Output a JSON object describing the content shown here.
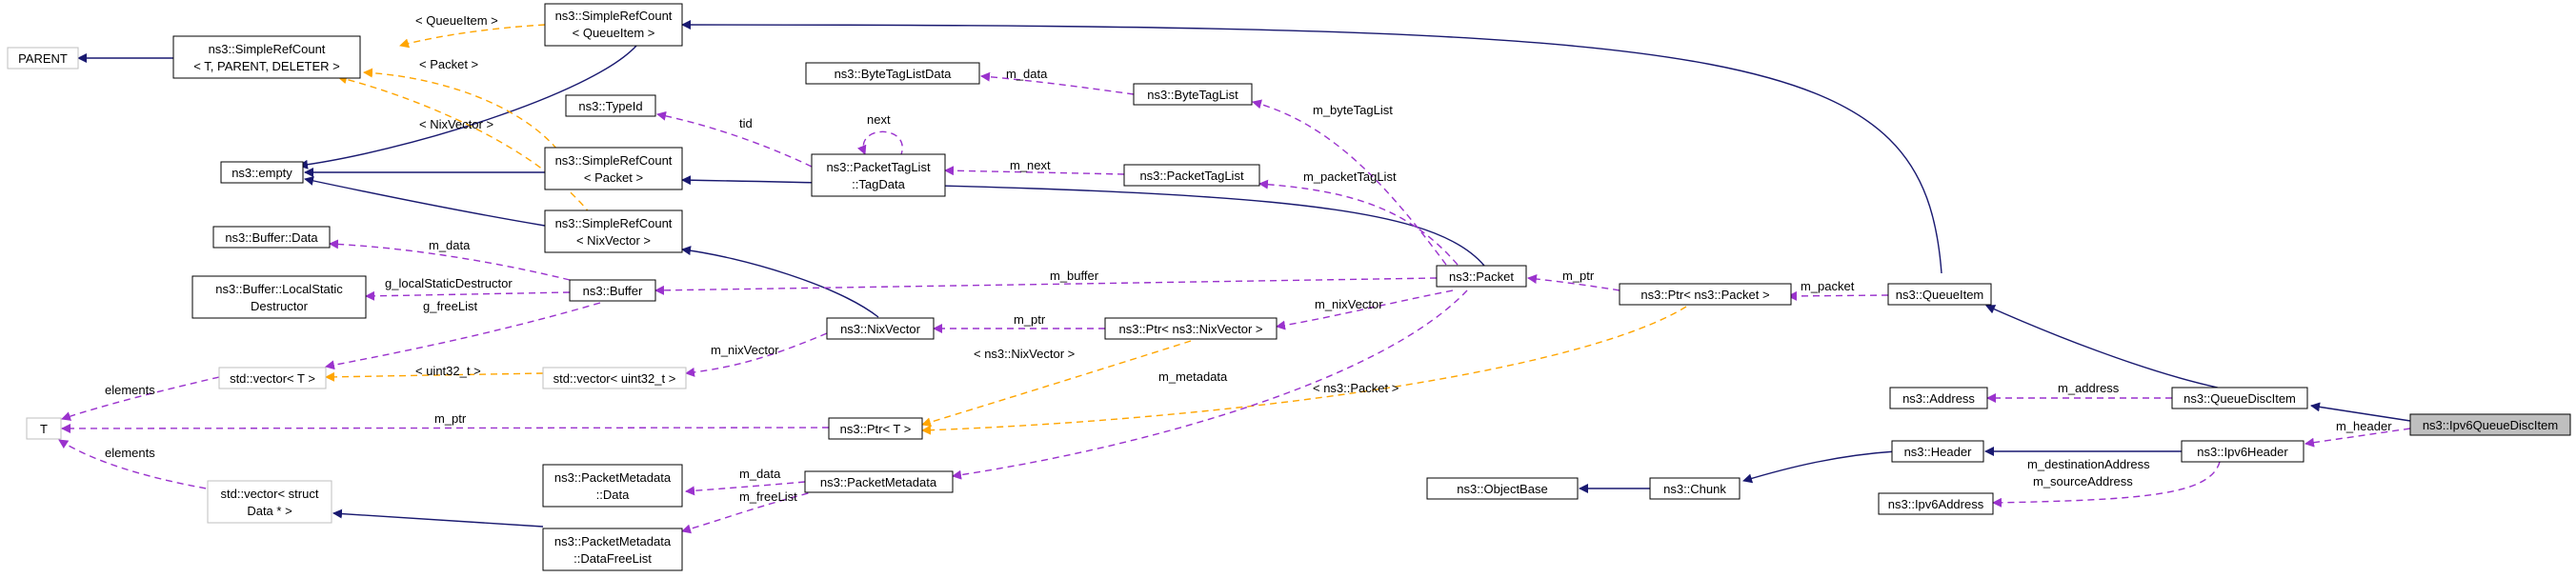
{
  "colors": {
    "inheritance": "#191970",
    "usage": "#9a32cd",
    "template": "#ffa500",
    "external_border": "#bfbfbf",
    "focus_fill": "#bfbfbf"
  },
  "nodes": {
    "parent": [
      "PARENT"
    ],
    "simplerefcount_generic": [
      "ns3::SimpleRefCount",
      "< T, PARENT, DELETER >"
    ],
    "simplerefcount_queueitem": [
      "ns3::SimpleRefCount",
      "< QueueItem >"
    ],
    "empty": [
      "ns3::empty"
    ],
    "typeid": [
      "ns3::TypeId"
    ],
    "bytetaglistdata": [
      "ns3::ByteTagListData"
    ],
    "bytetaglist": [
      "ns3::ByteTagList"
    ],
    "packettaglist_tagdata": [
      "ns3::PacketTagList",
      "::TagData"
    ],
    "packettaglist": [
      "ns3::PacketTagList"
    ],
    "simplerefcount_packet": [
      "ns3::SimpleRefCount",
      "< Packet >"
    ],
    "simplerefcount_nixvector": [
      "ns3::SimpleRefCount",
      "< NixVector >"
    ],
    "buffer_data": [
      "ns3::Buffer::Data"
    ],
    "buffer_localstatic": [
      "ns3::Buffer::LocalStatic",
      "Destructor"
    ],
    "buffer": [
      "ns3::Buffer"
    ],
    "packet": [
      "ns3::Packet"
    ],
    "ptr_packet": [
      "ns3::Ptr< ns3::Packet >"
    ],
    "queueitem": [
      "ns3::QueueItem"
    ],
    "nixvector": [
      "ns3::NixVector"
    ],
    "ptr_nixvector": [
      "ns3::Ptr< ns3::NixVector >"
    ],
    "vector_t": [
      "std::vector< T >"
    ],
    "vector_uint32": [
      "std::vector< uint32_t >"
    ],
    "t": [
      "T"
    ],
    "ptr_t": [
      "ns3::Ptr< T >"
    ],
    "vector_struct": [
      "std::vector< struct",
      "Data * >"
    ],
    "packetmetadata_data": [
      "ns3::PacketMetadata",
      "::Data"
    ],
    "packetmetadata": [
      "ns3::PacketMetadata"
    ],
    "packetmetadata_datafreelist": [
      "ns3::PacketMetadata",
      "::DataFreeList"
    ],
    "objectbase": [
      "ns3::ObjectBase"
    ],
    "chunk": [
      "ns3::Chunk"
    ],
    "header": [
      "ns3::Header"
    ],
    "ipv6address": [
      "ns3::Ipv6Address"
    ],
    "address": [
      "ns3::Address"
    ],
    "queuediscitem": [
      "ns3::QueueDiscItem"
    ],
    "ipv6header": [
      "ns3::Ipv6Header"
    ],
    "ipv6queuediscitem": [
      "ns3::Ipv6QueueDiscItem"
    ]
  },
  "labels": {
    "queueitem_tpl": "< QueueItem >",
    "packet_tpl": "< Packet >",
    "nixvector_tpl": "< NixVector >",
    "tid": "tid",
    "next": "next",
    "m_data_btl": "m_data",
    "m_bytetaglist": "m_byteTagList",
    "m_next": "m_next",
    "m_packettaglist": "m_packetTagList",
    "m_data_buf": "m_data",
    "g_localstatic": "g_localStaticDestructor",
    "g_freelist": "g_freeList",
    "m_buffer": "m_buffer",
    "m_ptr_pkt": "m_ptr",
    "m_packet": "m_packet",
    "m_nixvector_pkt": "m_nixVector",
    "m_ptr_nix": "m_ptr",
    "m_nixvector_nix": "m_nixVector",
    "elements_1": "elements",
    "uint32_tpl": "< uint32_t >",
    "nsnix_tpl": "< ns3::NixVector >",
    "m_metadata": "m_metadata",
    "nspacket_tpl": "< ns3::Packet >",
    "m_ptr_t": "m_ptr",
    "elements_2": "elements",
    "m_data_pm": "m_data",
    "m_freelist": "m_freeList",
    "m_address": "m_address",
    "m_header": "m_header",
    "m_destinationaddress": "m_destinationAddress",
    "m_sourceaddress": "m_sourceAddress"
  }
}
